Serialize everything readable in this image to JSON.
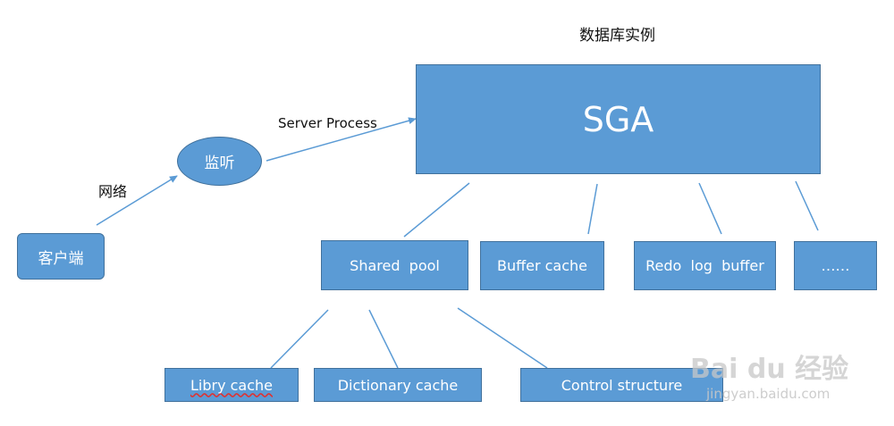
{
  "instance_title": "数据库实例",
  "labels": {
    "network": "网络",
    "server_process": "Server Process"
  },
  "nodes": {
    "client": "客户端",
    "listener": "监听",
    "sga": "SGA",
    "shared_pool": "Shared  pool",
    "buffer_cache": "Buffer cache",
    "redo_log_buffer": "Redo  log  buffer",
    "more": "……",
    "library_cache": "Libry cache",
    "dictionary_cache": "Dictionary cache",
    "control_structure": "Control structure"
  },
  "watermark": {
    "brand": "Bai du 经验",
    "url": "jingyan.baidu.com"
  },
  "colors": {
    "box_fill": "#5b9bd5",
    "box_border": "#41719c",
    "line": "#5b9bd5"
  }
}
